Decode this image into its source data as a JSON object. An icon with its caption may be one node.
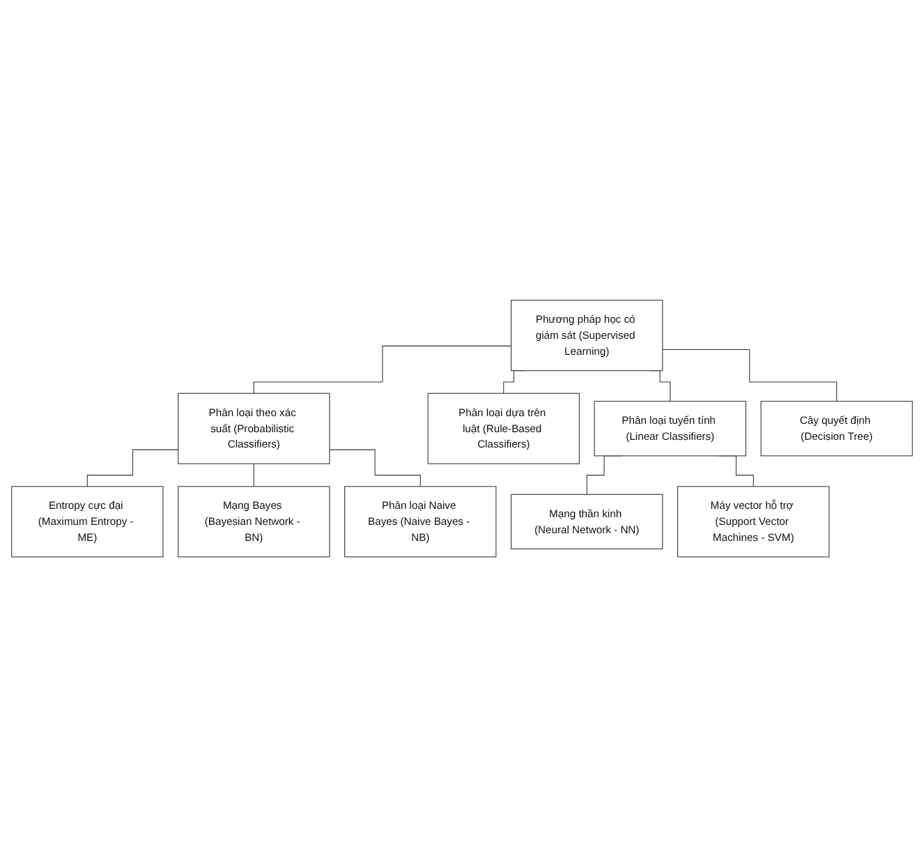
{
  "diagram": {
    "nodes": [
      {
        "text": [
          "Phương pháp học có giám sát (Supervised Learning)"
        ]
      },
      {
        "text": [
          "Phân loại theo xác suất (Probabilistic Classifiers)"
        ]
      },
      {
        "text": [
          "Phân loại dựa trên luật (Rule-Based Classifiers)"
        ]
      },
      {
        "text": [
          "Phân loại tuyến tính (Linear Classifiers)"
        ]
      },
      {
        "text": [
          "Cây quyết định (Decision Tree)"
        ]
      },
      {
        "text": [
          "Entropy cực đại (Maximum Entropy - ME)"
        ]
      },
      {
        "text": [
          "Mạng Bayes (Bayesian Network - BN)"
        ]
      },
      {
        "text": [
          "Phân loại Naive Bayes (Naive Bayes - NB)"
        ]
      },
      {
        "text": [
          "Mạng thần kinh (Neural Network - NN)"
        ]
      },
      {
        "text": [
          "Máy vector hỗ trợ (Support Vector Machines - SVM)"
        ]
      }
    ],
    "edges": [
      {
        "from": 0,
        "to": 1,
        "arrow": "none"
      },
      {
        "from": 0,
        "to": 2,
        "arrow": "none"
      },
      {
        "from": 0,
        "to": 3,
        "arrow": "none"
      },
      {
        "from": 0,
        "to": 4,
        "arrow": "none"
      },
      {
        "from": 1,
        "to": 5,
        "arrow": "none"
      },
      {
        "from": 1,
        "to": 6,
        "arrow": "none"
      },
      {
        "from": 1,
        "to": 7,
        "arrow": "none"
      },
      {
        "from": 3,
        "to": 8,
        "arrow": "none"
      },
      {
        "from": 3,
        "to": 9,
        "arrow": "none"
      }
    ]
  }
}
